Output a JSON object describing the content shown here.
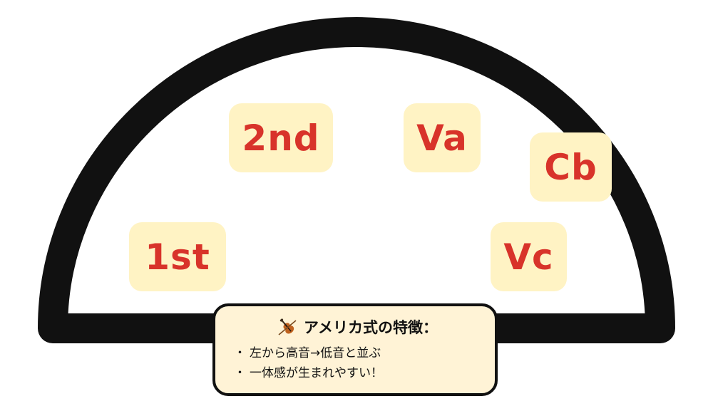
{
  "diagram": {
    "title": "オーケストラ配置（アメリカ式）",
    "seats": {
      "second_violin": "2nd",
      "viola": "Va",
      "contrabass": "Cb",
      "first_violin": "1st",
      "cello": "Vc"
    },
    "seat_colors": {
      "fill": "#fff3c4",
      "text": "#d8332a"
    },
    "stage_outline_color": "#111111"
  },
  "info": {
    "icon": "violin-icon",
    "title": "アメリカ式の特徴：",
    "bullets": [
      {
        "mark": "・",
        "text": "左から高音→低音と並ぶ"
      },
      {
        "mark": "・",
        "text": "一体感が生まれやすい！"
      }
    ],
    "background": "#fff3d6"
  }
}
